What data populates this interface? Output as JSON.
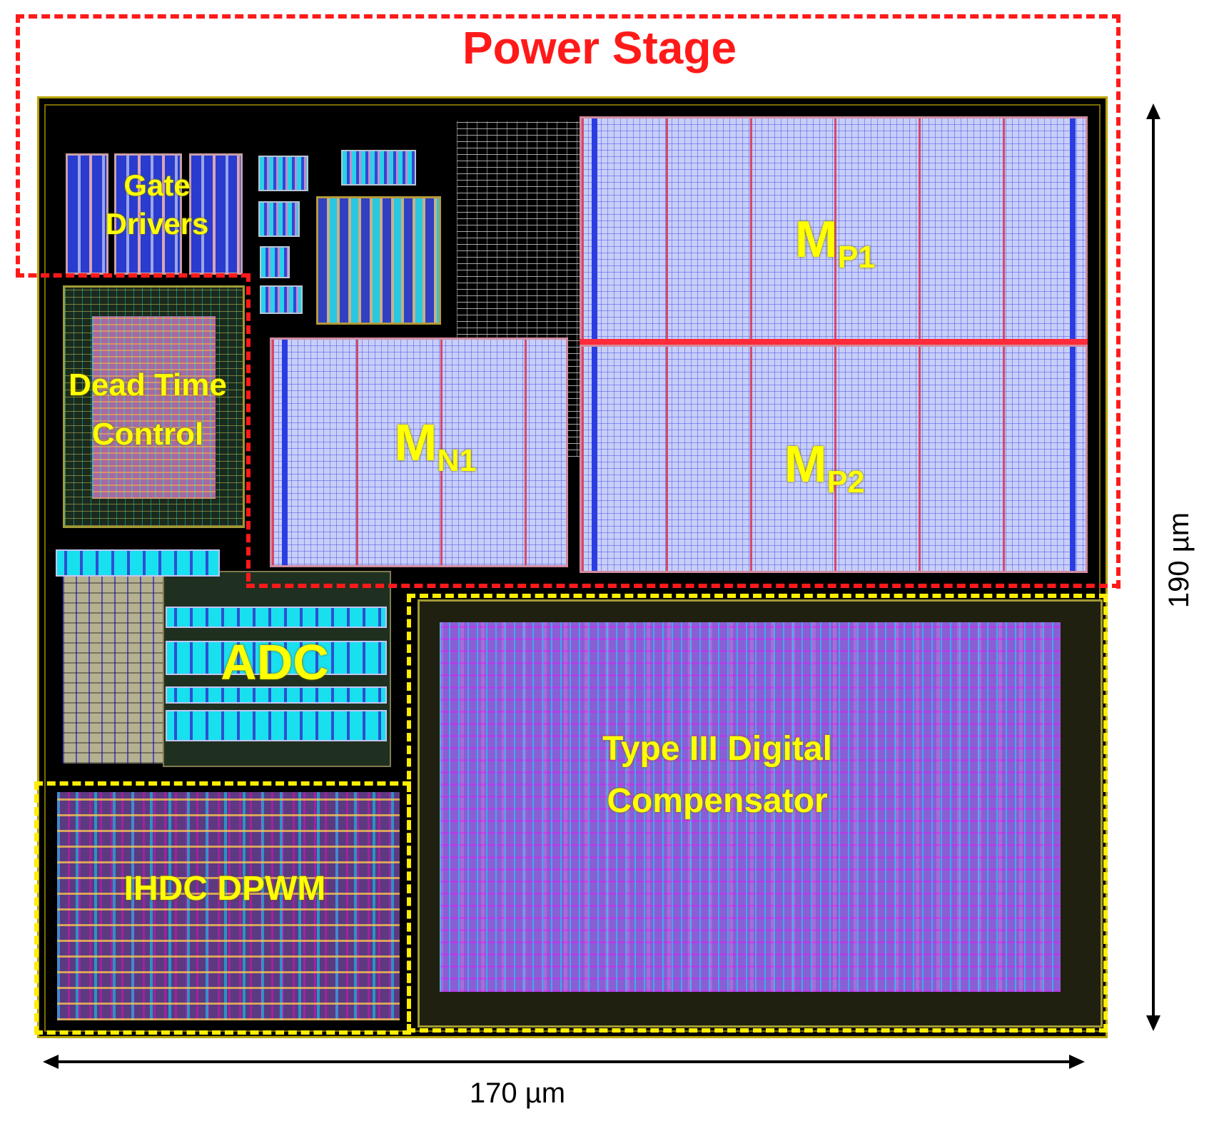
{
  "title": "Power Stage",
  "blocks": {
    "gate_drivers": [
      "Gate",
      "Drivers"
    ],
    "dead_time": [
      "Dead Time",
      "Control"
    ],
    "adc": "ADC",
    "dpwm": "IHDC DPWM",
    "compensator": [
      "Type III Digital",
      "Compensator"
    ]
  },
  "transistors": {
    "mp1": {
      "base": "M",
      "sub": "P1"
    },
    "mn1": {
      "base": "M",
      "sub": "N1"
    },
    "mp2": {
      "base": "M",
      "sub": "P2"
    }
  },
  "dimensions": {
    "width": "170 µm",
    "height": "190 µm"
  },
  "colors": {
    "power_stage_outline": "#ff1a1a",
    "digital_outline": "#ffee00",
    "label": "#ffff00"
  }
}
